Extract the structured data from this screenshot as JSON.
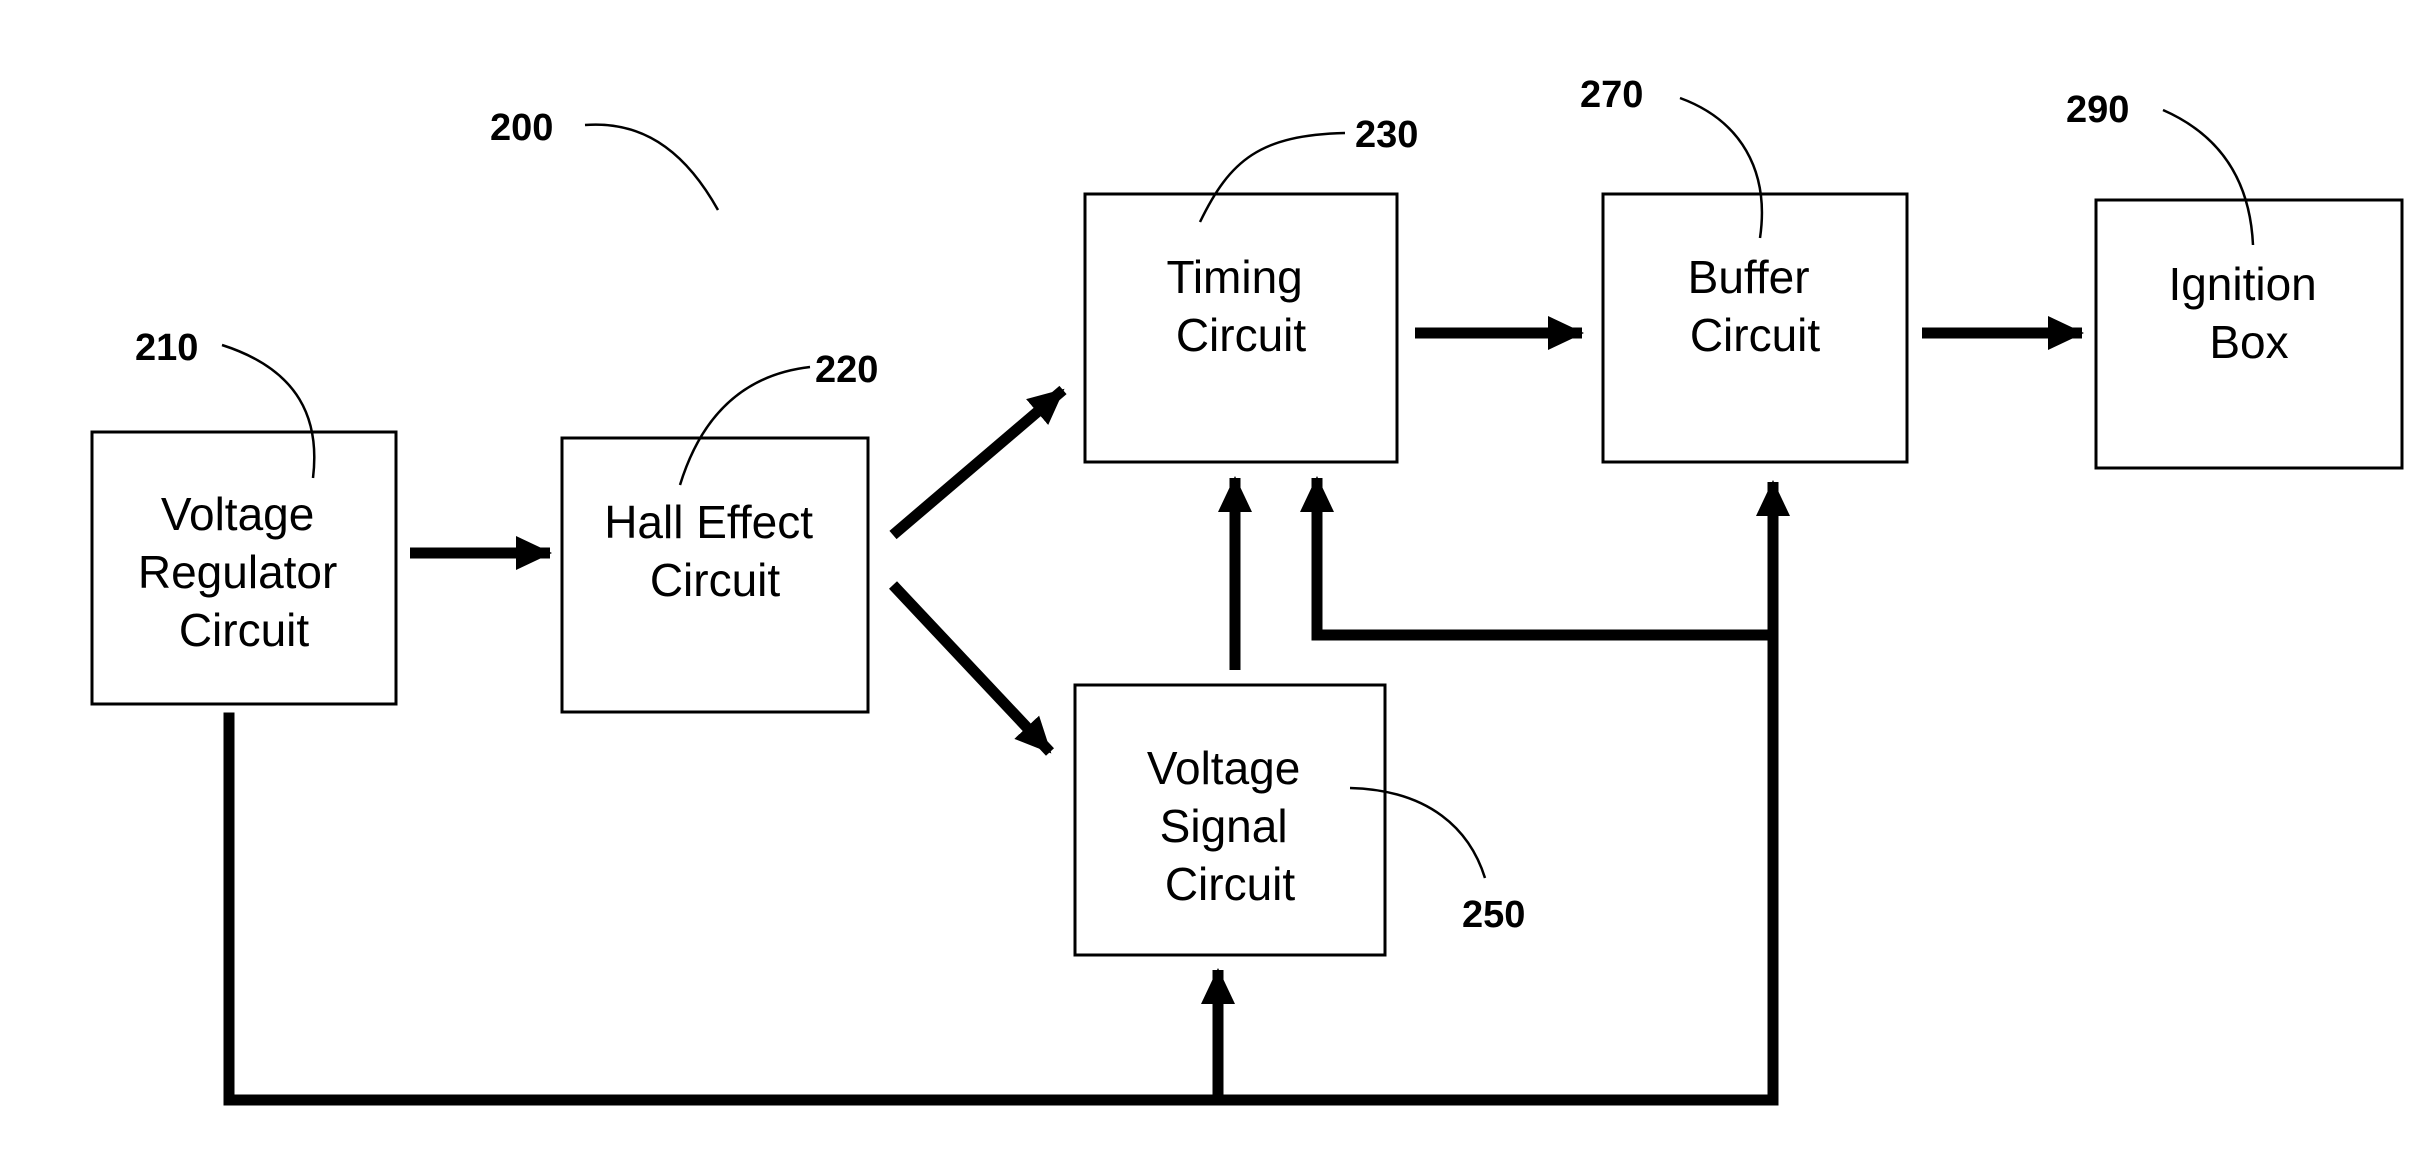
{
  "figure": {
    "ref": "200",
    "blocks": [
      {
        "ref": "210",
        "lines": [
          "Voltage",
          "Regulator",
          "Circuit"
        ]
      },
      {
        "ref": "220",
        "lines": [
          "Hall Effect",
          "Circuit"
        ]
      },
      {
        "ref": "230",
        "lines": [
          "Timing",
          "Circuit"
        ]
      },
      {
        "ref": "250",
        "lines": [
          "Voltage",
          "Signal",
          "Circuit"
        ]
      },
      {
        "ref": "270",
        "lines": [
          "Buffer",
          "Circuit"
        ]
      },
      {
        "ref": "290",
        "lines": [
          "Ignition",
          "Box"
        ]
      }
    ]
  }
}
